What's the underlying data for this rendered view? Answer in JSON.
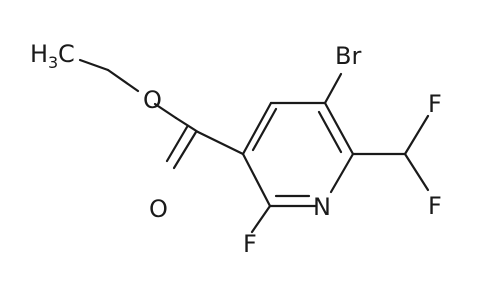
{
  "molecule": {
    "atoms": {
      "ch3_main": "H",
      "ch3_sub": "3",
      "ch3_tail": "C",
      "ester_o": "O",
      "carbonyl_o": "O",
      "ring_n": "N",
      "fluoro": "F",
      "bromo": "Br",
      "difluoro_f1": "F",
      "difluoro_f2": "F"
    }
  }
}
